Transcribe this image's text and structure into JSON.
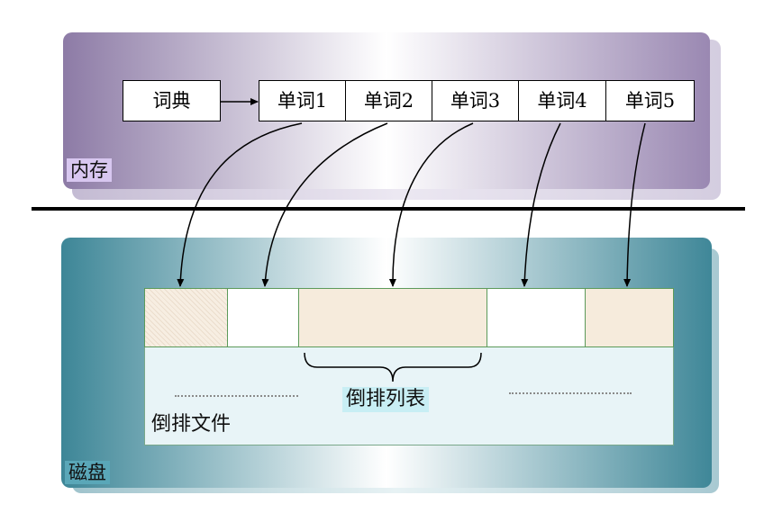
{
  "memory": {
    "label": "内存",
    "dictionary": "词典",
    "words": [
      "单词1",
      "单词2",
      "单词3",
      "单词4",
      "单词5"
    ]
  },
  "disk": {
    "label": "磁盘",
    "inverted_file": "倒排文件",
    "posting_list": "倒排列表",
    "posting_segments": 5
  }
}
